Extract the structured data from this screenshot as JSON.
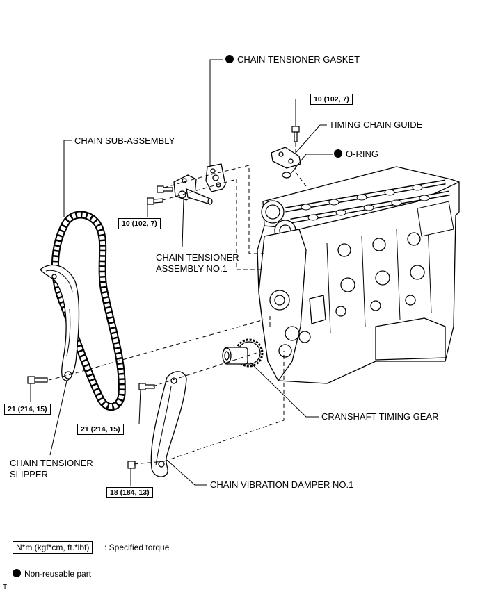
{
  "labels": {
    "gasket": "CHAIN TENSIONER GASKET",
    "chain": "CHAIN SUB-ASSEMBLY",
    "timing_guide": "TIMING CHAIN GUIDE",
    "oring": "O-RING",
    "tensioner_line1": "CHAIN TENSIONER",
    "tensioner_line2": "ASSEMBLY NO.1",
    "slipper_line1": "CHAIN TENSIONER",
    "slipper_line2": "SLIPPER",
    "crank_gear": "CRANSHAFT TIMING GEAR",
    "damper": "CHAIN VIBRATION DAMPER NO.1"
  },
  "torques": {
    "guide_bolt": "10 (102, 7)",
    "tensioner_bolt": "10 (102, 7)",
    "slipper_bolt": "21 (214, 15)",
    "damper_upper": "21 (214, 15)",
    "damper_lower": "18 (184, 13)"
  },
  "legend": {
    "torque_box": "N*m (kgf*cm, ft.*lbf)",
    "torque_text": ": Specified torque",
    "nonreusable": "Non-reusable part"
  },
  "corner_mark": "T"
}
